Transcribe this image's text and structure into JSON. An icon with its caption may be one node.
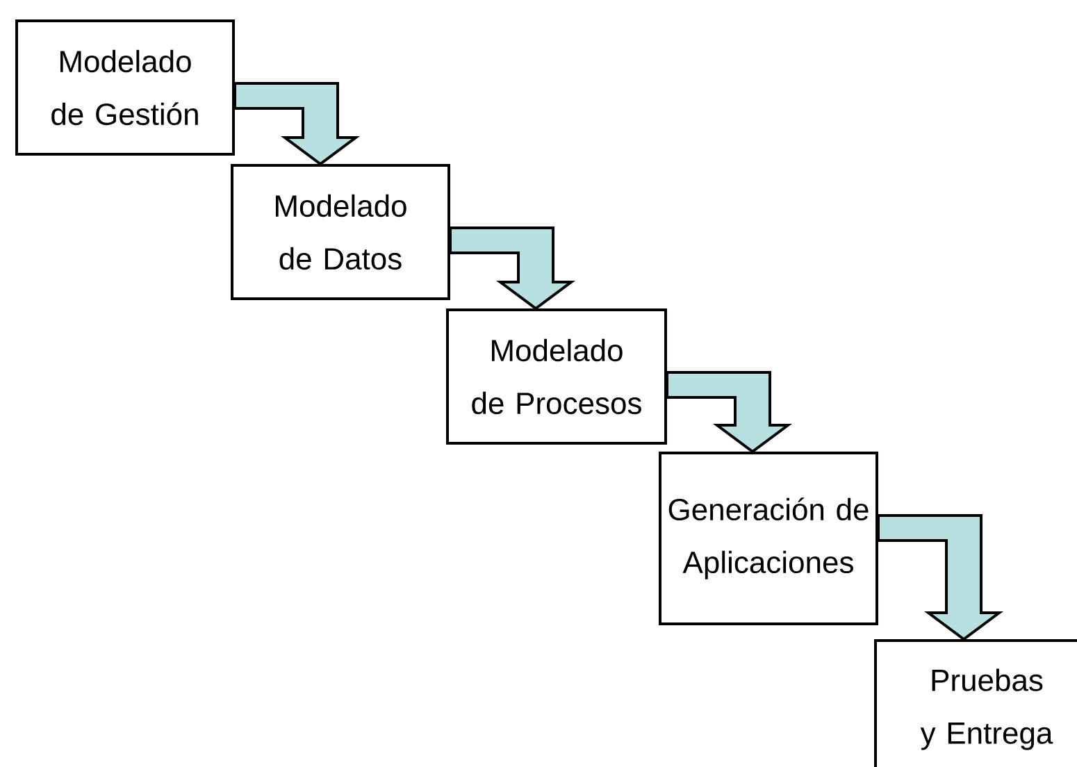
{
  "diagram": {
    "nodes": [
      {
        "text": [
          "Modelado de Gestión"
        ]
      },
      {
        "text": [
          "Modelado de Datos"
        ]
      },
      {
        "text": [
          "Modelado de Procesos"
        ]
      },
      {
        "text": [
          "Generación de Aplicaciones"
        ]
      },
      {
        "text": [
          "Pruebas y Entrega"
        ]
      }
    ],
    "edges": [
      {
        "from": 0,
        "to": 1,
        "arrow": "to"
      },
      {
        "from": 1,
        "to": 2,
        "arrow": "to"
      },
      {
        "from": 2,
        "to": 3,
        "arrow": "to"
      },
      {
        "from": 3,
        "to": 4,
        "arrow": "to"
      }
    ]
  }
}
